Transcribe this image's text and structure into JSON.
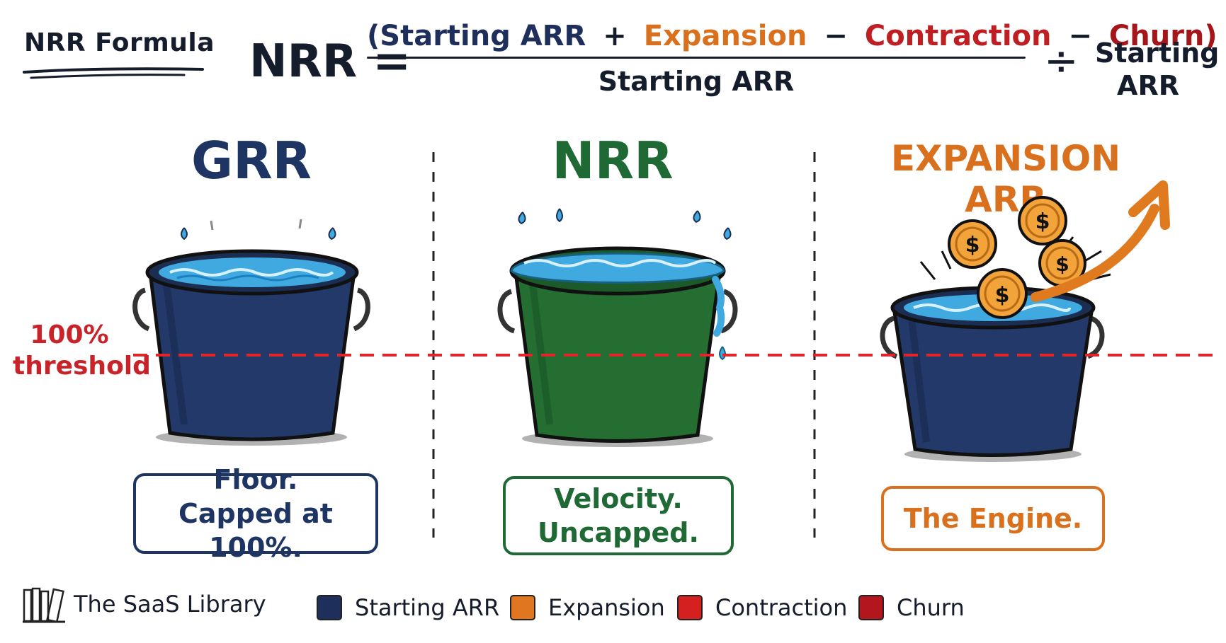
{
  "header": {
    "formula_heading": "NRR Formula",
    "lhs": "NRR =",
    "numerator": {
      "open": "(Starting ARR",
      "plus": "+",
      "expansion": "Expansion",
      "minus1": "−",
      "contraction": "Contraction",
      "minus2": "−",
      "churn": "Churn)"
    },
    "denominator": "Starting ARR",
    "divide": "÷",
    "right_line1": "Starting",
    "right_line2": "ARR"
  },
  "columns": {
    "grr": {
      "title": "GRR",
      "caption_line1": "Floor.",
      "caption_line2": "Capped at 100%."
    },
    "nrr": {
      "title": "NRR",
      "caption_line1": "Velocity.",
      "caption_line2": "Uncapped."
    },
    "expansion": {
      "title": "EXPANSION ARR",
      "caption_line1": "The Engine."
    }
  },
  "threshold": {
    "line1": "100%",
    "line2": "threshold"
  },
  "footer": {
    "brand": "The SaaS Library",
    "legend": [
      {
        "label": "Starting ARR",
        "color": "#1e2f5c"
      },
      {
        "label": "Expansion",
        "color": "#e0761f"
      },
      {
        "label": "Contraction",
        "color": "#d4201f"
      },
      {
        "label": "Churn",
        "color": "#b3161c"
      }
    ]
  },
  "colors": {
    "navy": "#1e3462",
    "green": "#1f6a34",
    "orange": "#d9701d",
    "red": "#c9232a",
    "water": "#3fa9e0"
  },
  "icons": {
    "brand": "books-icon",
    "coin": "dollar-coin-icon",
    "arrow": "up-right-arrow-icon"
  }
}
